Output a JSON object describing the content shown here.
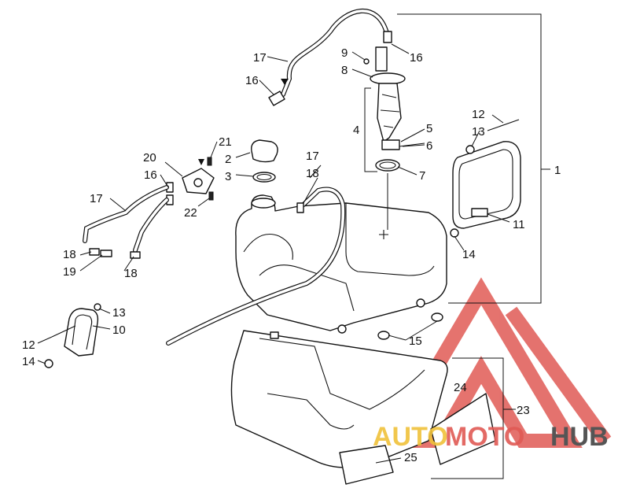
{
  "callouts": [
    {
      "id": "c1",
      "text": "1"
    },
    {
      "id": "c2",
      "text": "2"
    },
    {
      "id": "c3",
      "text": "3"
    },
    {
      "id": "c4",
      "text": "4"
    },
    {
      "id": "c5",
      "text": "5"
    },
    {
      "id": "c6",
      "text": "6"
    },
    {
      "id": "c7",
      "text": "7"
    },
    {
      "id": "c8",
      "text": "8"
    },
    {
      "id": "c9",
      "text": "9"
    },
    {
      "id": "c10",
      "text": "10"
    },
    {
      "id": "c11",
      "text": "11"
    },
    {
      "id": "c12a",
      "text": "12"
    },
    {
      "id": "c12b",
      "text": "12"
    },
    {
      "id": "c13a",
      "text": "13"
    },
    {
      "id": "c13b",
      "text": "13"
    },
    {
      "id": "c14a",
      "text": "14"
    },
    {
      "id": "c14b",
      "text": "14"
    },
    {
      "id": "c15",
      "text": "15"
    },
    {
      "id": "c16a",
      "text": "16"
    },
    {
      "id": "c16b",
      "text": "16"
    },
    {
      "id": "c16c",
      "text": "16"
    },
    {
      "id": "c17a",
      "text": "17"
    },
    {
      "id": "c17b",
      "text": "17"
    },
    {
      "id": "c17c",
      "text": "17"
    },
    {
      "id": "c18a",
      "text": "18"
    },
    {
      "id": "c18b",
      "text": "18"
    },
    {
      "id": "c18c",
      "text": "18"
    },
    {
      "id": "c19",
      "text": "19"
    },
    {
      "id": "c20",
      "text": "20"
    },
    {
      "id": "c21",
      "text": "21"
    },
    {
      "id": "c22",
      "text": "22"
    },
    {
      "id": "c23",
      "text": "23"
    },
    {
      "id": "c24",
      "text": "24"
    },
    {
      "id": "c25",
      "text": "25"
    }
  ],
  "watermark": {
    "text_auto": "AUTO",
    "text_moto": "MOTO",
    "text_hub": "HUB",
    "color_red": "#e05a55",
    "color_yellow": "#f0c23a",
    "color_gray": "#555555"
  },
  "colors": {
    "line": "#111111",
    "background": "#ffffff"
  }
}
